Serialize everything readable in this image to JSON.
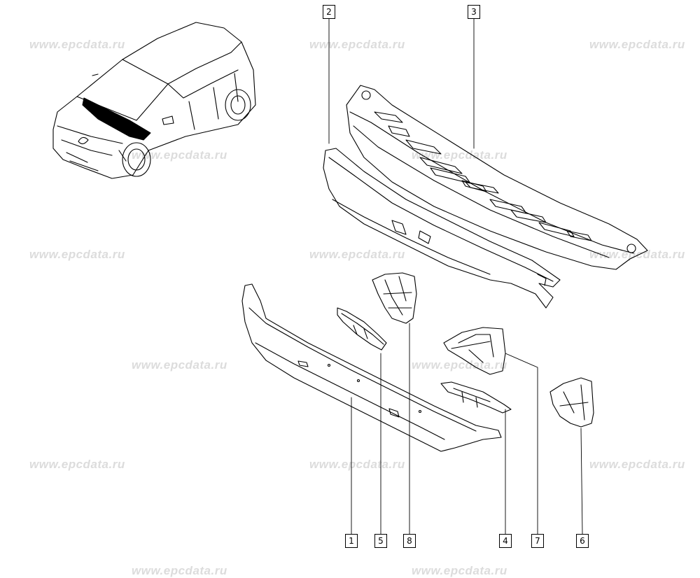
{
  "watermark": "www.epcdata.ru",
  "callouts": [
    {
      "id": "1",
      "label": "1"
    },
    {
      "id": "2",
      "label": "2"
    },
    {
      "id": "3",
      "label": "3"
    },
    {
      "id": "4",
      "label": "4"
    },
    {
      "id": "5",
      "label": "5"
    },
    {
      "id": "6",
      "label": "6"
    },
    {
      "id": "7",
      "label": "7"
    },
    {
      "id": "8",
      "label": "8"
    }
  ],
  "colors": {
    "line": "#000000",
    "watermark": "#dcdcdc"
  }
}
